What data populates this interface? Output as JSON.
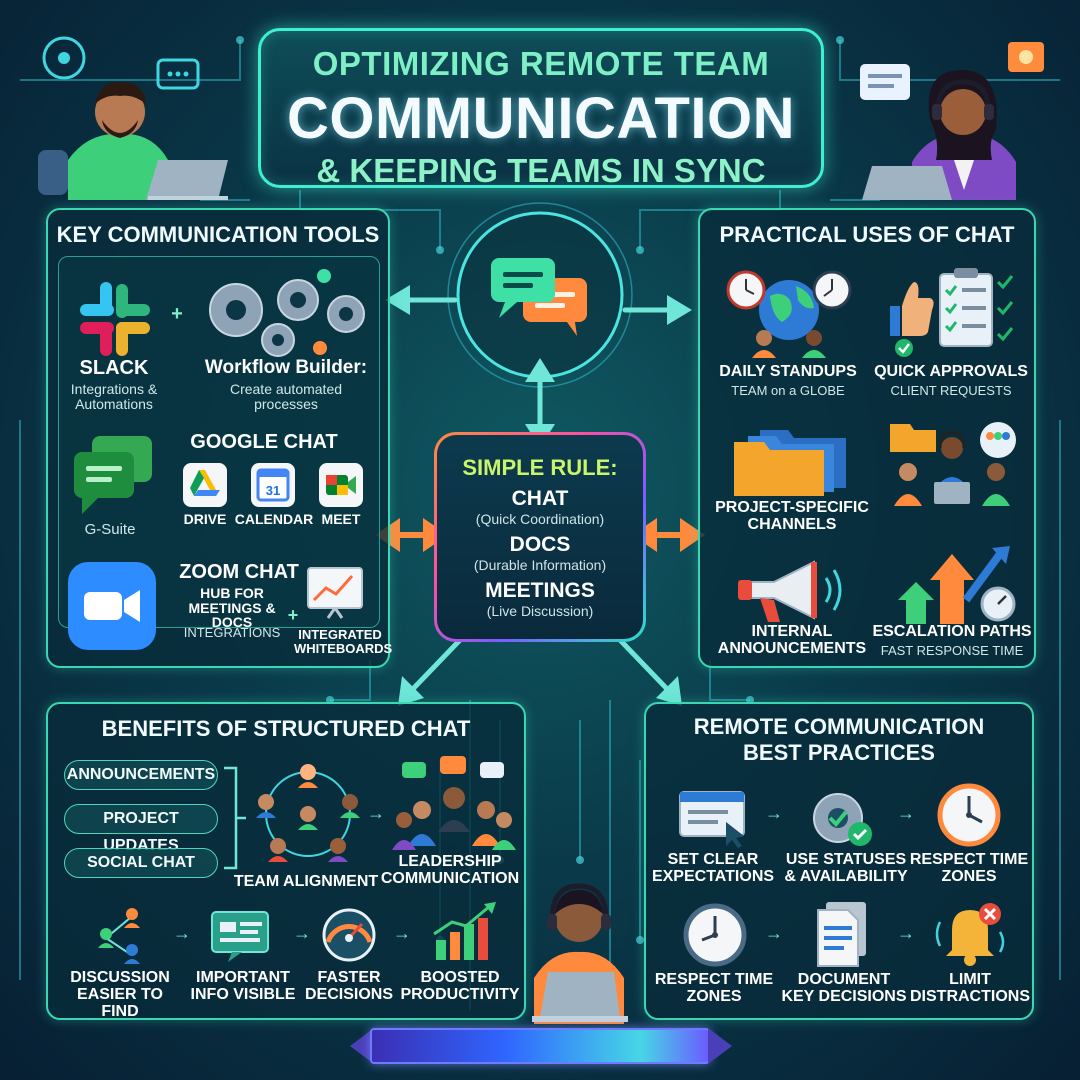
{
  "title": {
    "line1": "OPTIMIZING REMOTE TEAM",
    "line2": "COMMUNICATION",
    "line3": "& KEEPING TEAMS IN SYNC"
  },
  "tools": {
    "heading": "KEY COMMUNICATION TOOLS",
    "slack": {
      "name": "SLACK",
      "desc": "Integrations & Automations"
    },
    "workflow": {
      "name": "Workflow Builder:",
      "desc": "Create automated processes"
    },
    "google": {
      "name": "GOOGLE CHAT",
      "suite": "G-Suite",
      "apps": [
        "DRIVE",
        "CALENDAR",
        "MEET"
      ],
      "calendar_num": "31"
    },
    "zoom": {
      "name": "ZOOM CHAT",
      "hub": "HUB FOR MEETINGS & DOCS",
      "integrations": "INTEGRATIONS",
      "whiteboards": "INTEGRATED WHITEBOARDS"
    }
  },
  "rule": {
    "heading": "SIMPLE RULE:",
    "items": [
      {
        "name": "CHAT",
        "desc": "(Quick Coordination)"
      },
      {
        "name": "DOCS",
        "desc": "(Durable Information)"
      },
      {
        "name": "MEETINGS",
        "desc": "(Live Discussion)"
      }
    ]
  },
  "uses": {
    "heading": "PRACTICAL USES OF CHAT",
    "items": [
      {
        "name": "DAILY STANDUPS",
        "desc": "TEAM on a GLOBE"
      },
      {
        "name": "QUICK APPROVALS",
        "desc": "CLIENT REQUESTS"
      },
      {
        "name": "PROJECT-SPECIFIC CHANNELS",
        "desc": ""
      },
      {
        "name": "INTERNAL ANNOUNCEMENTS",
        "desc": ""
      },
      {
        "name": "ESCALATION PATHS",
        "desc": "FAST RESPONSE TIME"
      }
    ]
  },
  "benefits": {
    "heading": "BENEFITS OF STRUCTURED CHAT",
    "pills": [
      "ANNOUNCEMENTS",
      "PROJECT UPDATES",
      "SOCIAL CHAT"
    ],
    "alignment": "TEAM ALIGNMENT",
    "leadership": "LEADERSHIP COMMUNICATION",
    "row": [
      "DISCUSSION EASIER TO FIND",
      "IMPORTANT INFO VISIBLE",
      "FASTER DECISIONS",
      "BOOSTED PRODUCTIVITY"
    ]
  },
  "practices": {
    "heading": "REMOTE COMMUNICATION BEST PRACTICES",
    "row1": [
      "SET CLEAR EXPECTATIONS",
      "USE STATUSES & AVAILABILITY",
      "RESPECT TIME ZONES"
    ],
    "row2": [
      "RESPECT TIME ZONES",
      "DOCUMENT KEY DECISIONS",
      "LIMIT DISTRACTIONS"
    ]
  },
  "colors": {
    "accent": "#3ff0d0",
    "panel_border": "#39d8b2",
    "arrow_orange": "#ff8a3d",
    "arrow_teal": "#5ee0d0"
  },
  "icons": [
    "slack-logo-icon",
    "gears-icon",
    "google-chat-icon",
    "drive-icon",
    "calendar-icon",
    "meet-icon",
    "zoom-video-icon",
    "whiteboard-icon",
    "clock-icon",
    "globe-icon",
    "thumbs-up-icon",
    "checklist-icon",
    "folder-icon",
    "megaphone-icon",
    "rising-arrows-icon",
    "gauge-icon",
    "network-icon",
    "chat-bubbles-icon",
    "growth-chart-icon",
    "browser-window-icon",
    "gear-check-icon",
    "document-icon",
    "bell-icon",
    "person-laptop-icon"
  ]
}
